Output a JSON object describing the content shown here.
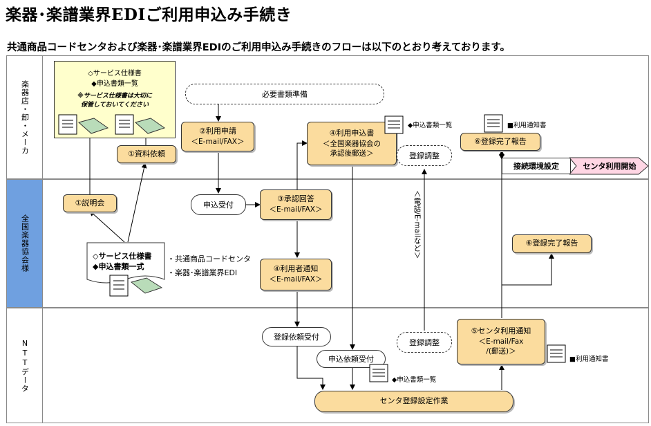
{
  "title": "楽器･楽譜業界EDIご利用申込み手続き",
  "subtitle": "共通商品コードセンタおよび楽器･楽譜業界EDIのご利用申込み手続きのフローは以下のとおり考えております。",
  "lanes": {
    "dealer": "楽器店・卸・メーカ",
    "association": "全国楽器協会様",
    "ntt": "NTTデータ"
  },
  "dealer_panel": {
    "line1": "◇サービス仕様書",
    "line2": "◆申込書類一覧",
    "note1": "※サービス仕様書は大切に",
    "note2": "保管しておいてください"
  },
  "steps": {
    "request_docs": "①資料依頼",
    "prepare_docs": "必要書類準備",
    "apply_label": "②利用申請",
    "apply_sub": "＜E-mail/FAX＞",
    "application_label": "④利用申込書",
    "application_sub1": "＜全国楽器協会の",
    "application_sub2": "承認後郵送＞",
    "application_doc": "◆申込書類一覧",
    "reg_adjust_top": "登録調整",
    "reg_done_top": "⑥登録完了報告",
    "reg_done_doc": "■利用通知書",
    "env_setup": "接続環境設定",
    "center_start": "センタ利用開始",
    "briefing": "①説明会",
    "receipt": "申込受付",
    "approval_label": "③承認回答",
    "approval_sub": "＜E-mail/FAX＞",
    "notify_label": "④利用者通知",
    "notify_sub": "＜E-mail/FAX＞",
    "reg_done_mid": "⑥登録完了報告",
    "phone_label": "＜電話/E-mailなど＞",
    "assoc_doc_line1": "◇サービス仕様書",
    "assoc_doc_line2": "◆申込書類一式",
    "assoc_side1": "・共通商品コードセンタ",
    "assoc_side2": "・楽器･楽譜業界EDI",
    "reg_request_receipt": "登録依頼受付",
    "reg_adjust_bottom": "登録調整",
    "app_request_receipt": "申込依頼受付",
    "app_doc_bottom": "◆申込書類一覧",
    "center_notice_label": "⑤センタ利用通知",
    "center_notice_sub1": "＜E-mail/Fax",
    "center_notice_sub2": "/(郵送)＞",
    "center_notice_doc": "■利用通知書",
    "center_work": "センタ登録設定作業"
  },
  "colors": {
    "step_fill": "#fbdc9e",
    "assoc_label_fill": "#6fa0e0",
    "panel_fill": "#ffffcc",
    "start_arrow_fill": "#ffd6e4"
  }
}
